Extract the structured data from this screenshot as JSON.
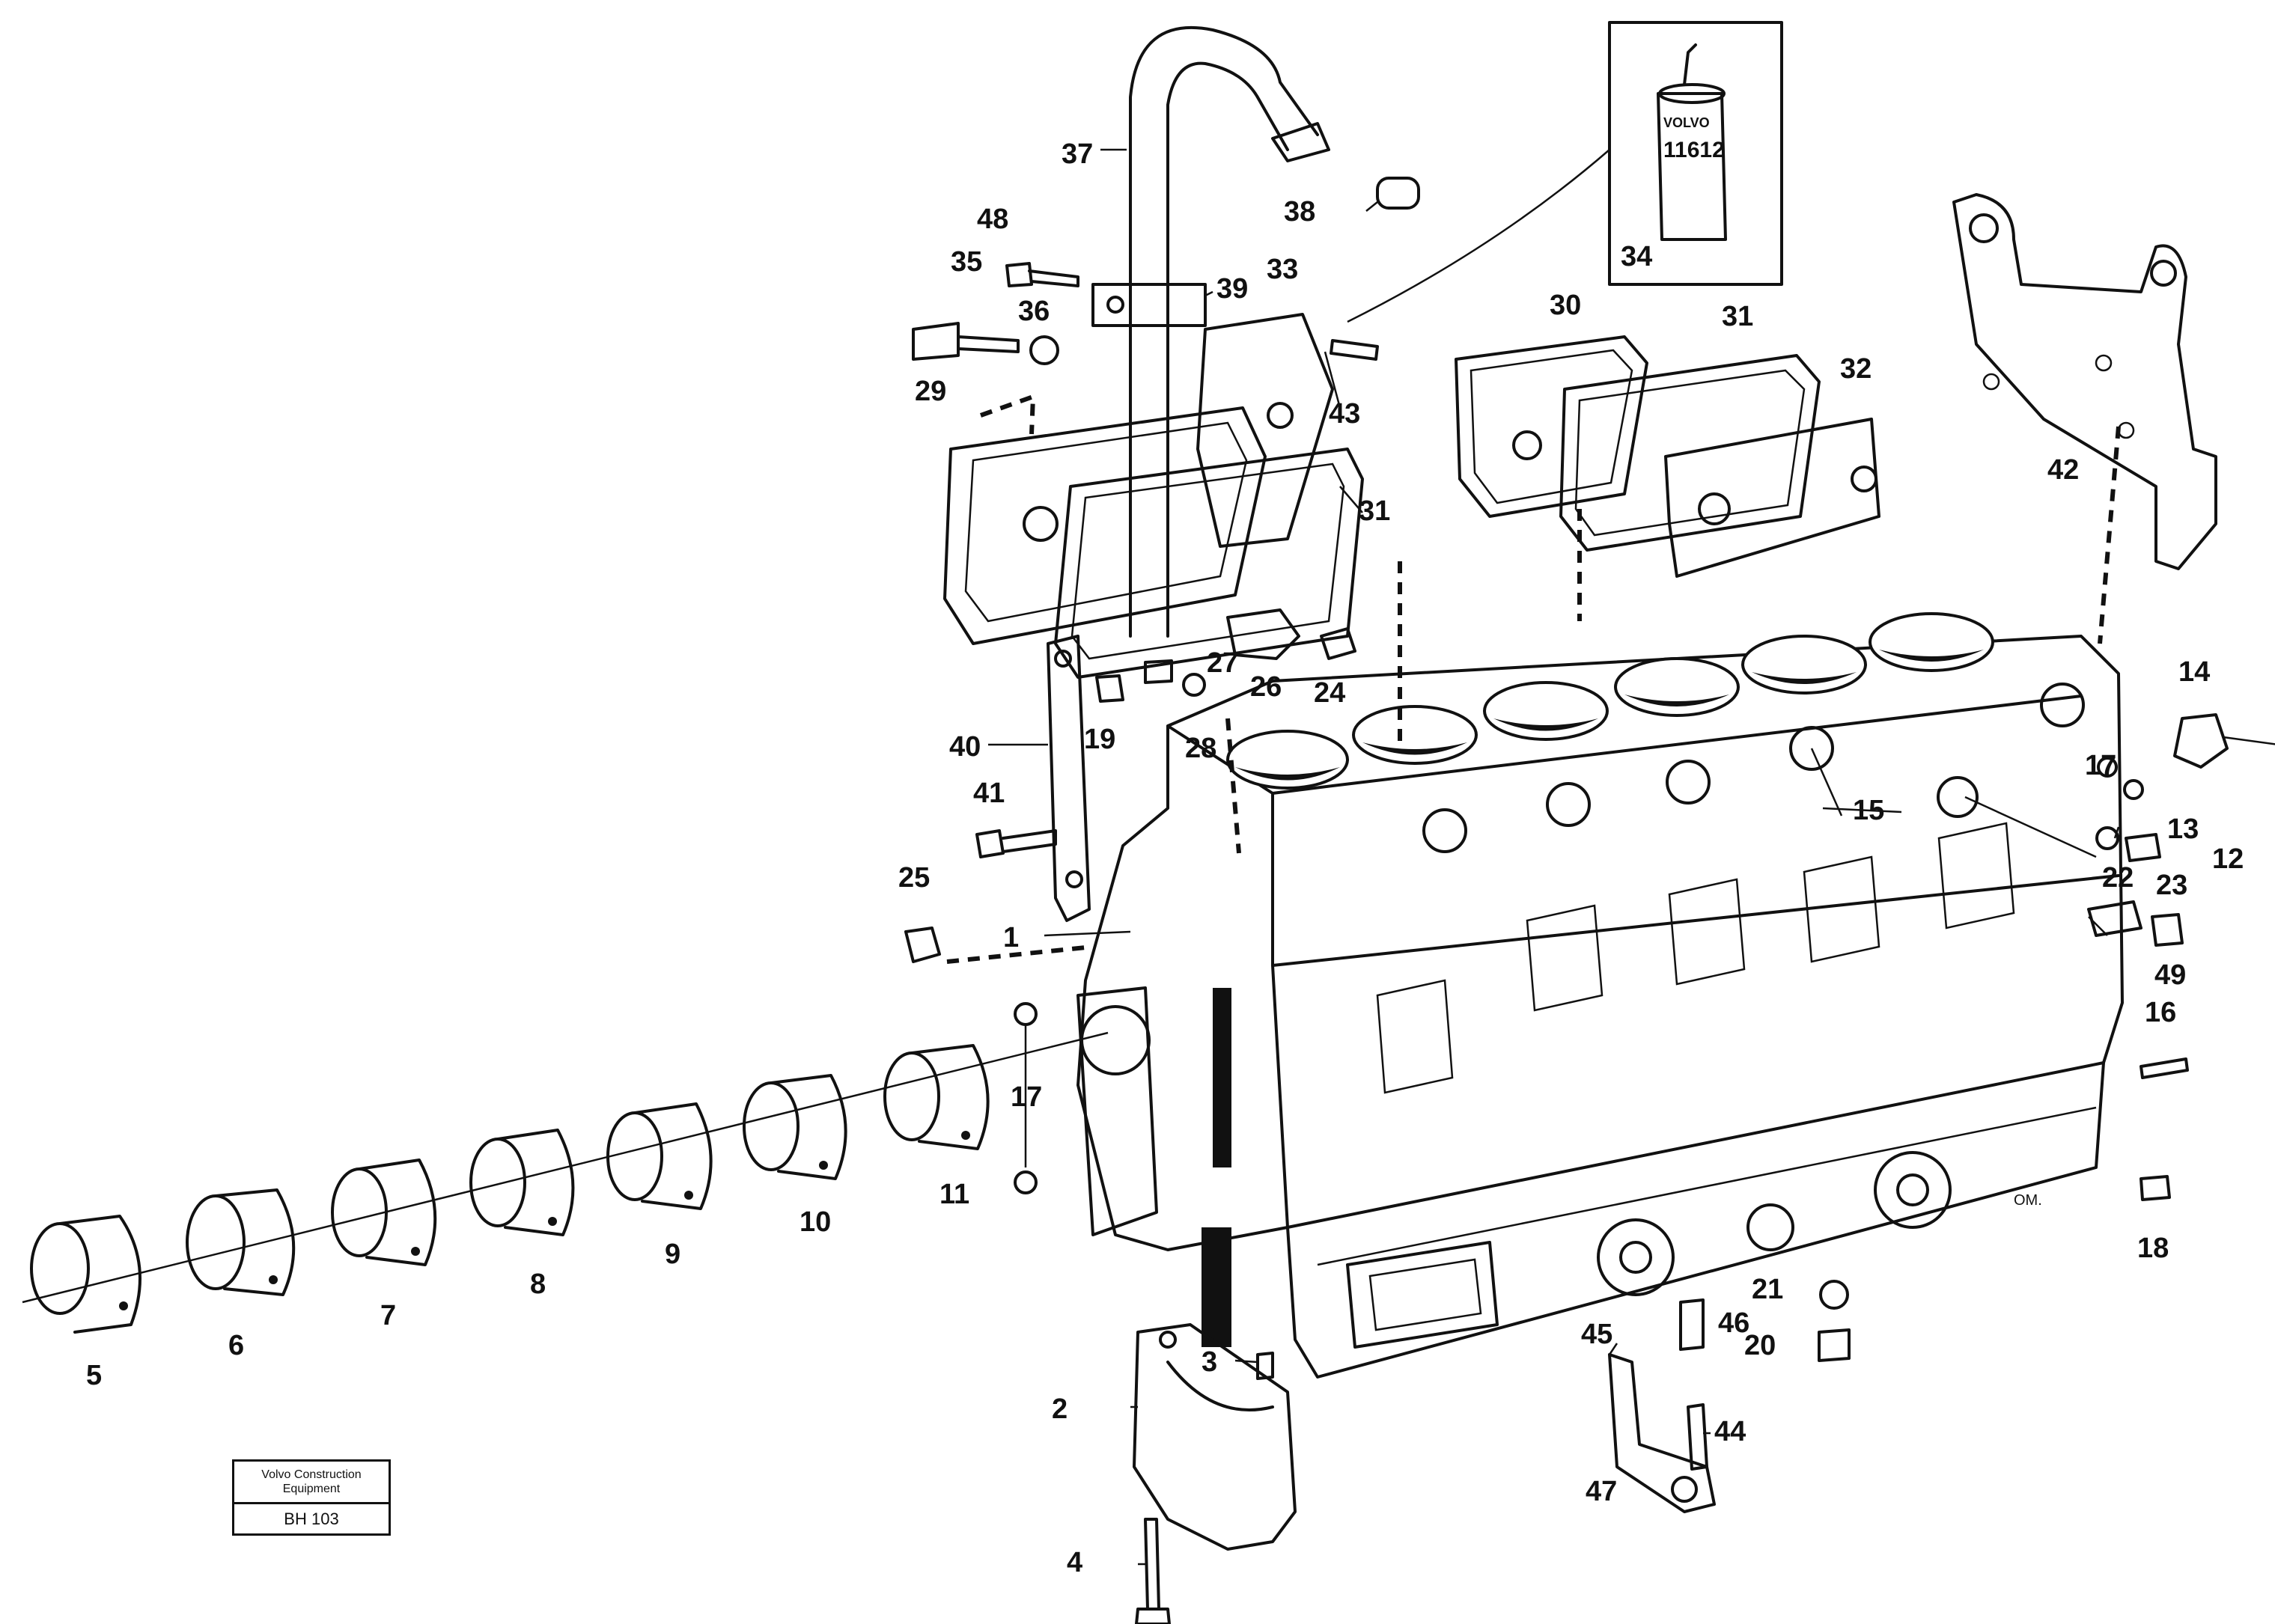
{
  "diagram": {
    "callouts": [
      {
        "id": "1",
        "text": "1"
      },
      {
        "id": "2",
        "text": "2"
      },
      {
        "id": "3",
        "text": "3"
      },
      {
        "id": "4",
        "text": "4"
      },
      {
        "id": "5",
        "text": "5"
      },
      {
        "id": "6",
        "text": "6"
      },
      {
        "id": "7",
        "text": "7"
      },
      {
        "id": "8",
        "text": "8"
      },
      {
        "id": "9",
        "text": "9"
      },
      {
        "id": "10",
        "text": "10"
      },
      {
        "id": "11",
        "text": "11"
      },
      {
        "id": "12",
        "text": "12"
      },
      {
        "id": "13",
        "text": "13"
      },
      {
        "id": "14",
        "text": "14"
      },
      {
        "id": "15",
        "text": "15"
      },
      {
        "id": "16",
        "text": "16"
      },
      {
        "id": "17a",
        "text": "17"
      },
      {
        "id": "17b",
        "text": "17"
      },
      {
        "id": "18",
        "text": "18"
      },
      {
        "id": "19",
        "text": "19"
      },
      {
        "id": "20",
        "text": "20"
      },
      {
        "id": "21",
        "text": "21"
      },
      {
        "id": "22",
        "text": "22"
      },
      {
        "id": "23",
        "text": "23"
      },
      {
        "id": "24",
        "text": "24"
      },
      {
        "id": "25",
        "text": "25"
      },
      {
        "id": "26",
        "text": "26"
      },
      {
        "id": "27",
        "text": "27"
      },
      {
        "id": "28",
        "text": "28"
      },
      {
        "id": "29",
        "text": "29"
      },
      {
        "id": "30",
        "text": "30"
      },
      {
        "id": "31a",
        "text": "31"
      },
      {
        "id": "31b",
        "text": "31"
      },
      {
        "id": "32",
        "text": "32"
      },
      {
        "id": "33",
        "text": "33"
      },
      {
        "id": "34",
        "text": "34"
      },
      {
        "id": "35",
        "text": "35"
      },
      {
        "id": "36",
        "text": "36"
      },
      {
        "id": "37",
        "text": "37"
      },
      {
        "id": "38",
        "text": "38"
      },
      {
        "id": "39",
        "text": "39"
      },
      {
        "id": "40",
        "text": "40"
      },
      {
        "id": "41",
        "text": "41"
      },
      {
        "id": "42",
        "text": "42"
      },
      {
        "id": "43",
        "text": "43"
      },
      {
        "id": "44",
        "text": "44"
      },
      {
        "id": "45",
        "text": "45"
      },
      {
        "id": "46",
        "text": "46"
      },
      {
        "id": "47",
        "text": "47"
      },
      {
        "id": "48",
        "text": "48"
      },
      {
        "id": "49",
        "text": "49"
      }
    ],
    "sealant_label": "11612",
    "sealant_brand": "VOLVO",
    "drawing_initials": "OM."
  },
  "title_block": {
    "company": "Volvo Construction Equipment",
    "code": "BH 103"
  }
}
